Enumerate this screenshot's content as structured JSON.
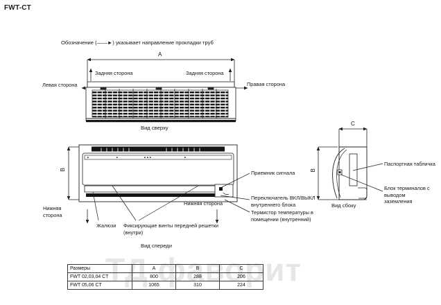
{
  "title": "FWT-CT",
  "watermark": "ТД фаворит",
  "note": "Обозначение (——►) указывает направление прокладки труб",
  "top_view": {
    "caption": "Вид сверху",
    "dim_a": "A",
    "back_side_left": "Задняя сторона",
    "back_side_right": "Задняя сторона",
    "left_side": "Левая сторона",
    "right_side": "Правая сторона"
  },
  "front_view": {
    "caption": "Вид спереди",
    "dim_b": "B",
    "bottom_left": "Нижняя сторона",
    "bottom_right": "Нижняя сторона",
    "louver": "Жалюзи",
    "screws": "Фиксирующие винты передней решетки (внутри)",
    "signal_receiver": "Приемник сигнала",
    "onoff_switch": "Переключатель ВКЛ/ВЫКЛ внутреннего блока",
    "thermistor": "Термистор температуры в помещении (внутренний)"
  },
  "side_view": {
    "caption": "Вид сбоку",
    "dim_b": "B",
    "dim_c": "C",
    "nameplate": "Паспортная табличка",
    "terminal_block": "Блок терминалов с выводом заземления"
  },
  "table": {
    "headers": [
      "Размеры",
      "A",
      "B",
      "C"
    ],
    "rows": [
      {
        "name": "FWT 02,03,04 CT",
        "a": "800",
        "b": "288",
        "c": "206"
      },
      {
        "name": "FWT 05,06 CT",
        "a": "1065",
        "b": "310",
        "c": "224"
      }
    ]
  },
  "colors": {
    "line": "#1f1f1f",
    "dark_fill": "#111111",
    "watermark": "#e6e6e6"
  }
}
